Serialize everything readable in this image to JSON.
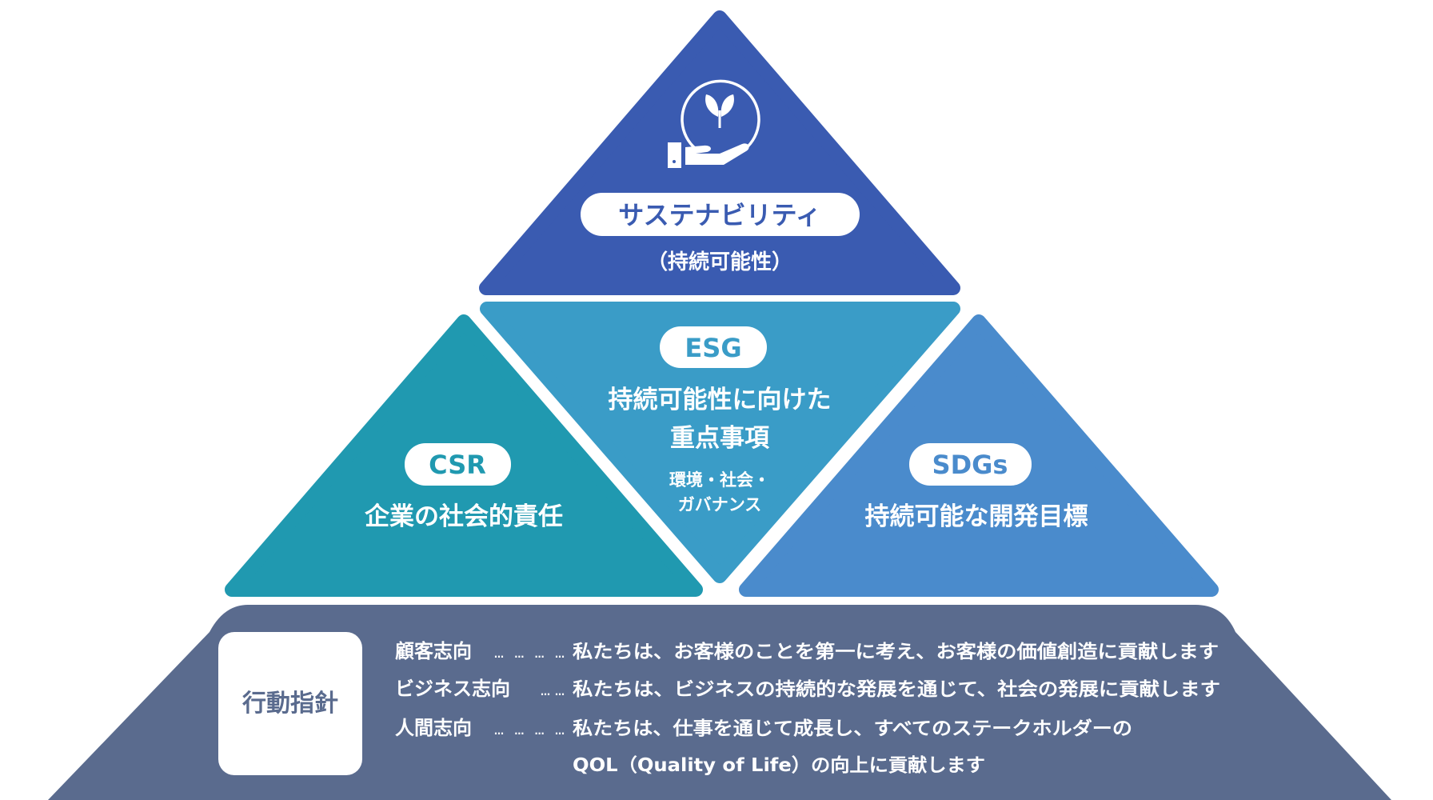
{
  "colors": {
    "sustainability": "#3a5bb1",
    "esg": "#3a9cc7",
    "csr": "#2099b0",
    "sdgs": "#4a8bcc",
    "conduct": "#5a6b8e"
  },
  "sustainability": {
    "icon": "hand-holding-sprout-icon",
    "title": "サステナビリティ",
    "subtitle": "（持続可能性）"
  },
  "esg": {
    "title": "ESG",
    "line1": "持続可能性に向けた",
    "line2": "重点事項",
    "sub1": "環境・社会・",
    "sub2": "ガバナンス"
  },
  "csr": {
    "title": "CSR",
    "description": "企業の社会的責任"
  },
  "sdgs": {
    "title": "SDGs",
    "description": "持続可能な開発目標"
  },
  "conduct": {
    "title": "行動指針",
    "items": [
      {
        "label": "顧客志向",
        "leader": "…………",
        "text": "私たちは、お客様のことを第一に考え、お客様の価値創造に貢献します"
      },
      {
        "label": "ビジネス志向",
        "leader": "……",
        "text": "私たちは、ビジネスの持続的な発展を通じて、社会の発展に貢献します"
      },
      {
        "label": "人間志向",
        "leader": "…………",
        "text": "私たちは、仕事を通じて成長し、すべてのステークホルダーの"
      }
    ],
    "continuation": "QOL（Quality of Life）の向上に貢献します"
  }
}
